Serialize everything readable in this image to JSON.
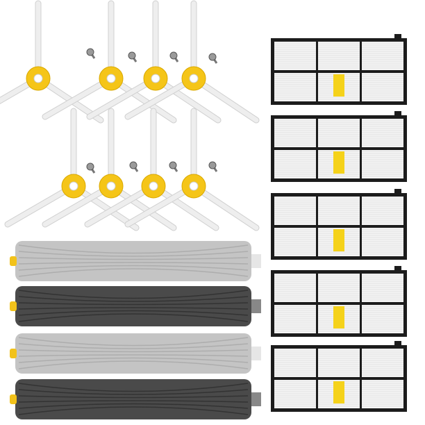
{
  "product_set": {
    "colors": {
      "background": "#ffffff",
      "brush_hub": "#f5c518",
      "brush_arm": "#eeeeee",
      "roller_light": "#c4c4c4",
      "roller_dark": "#4a4a4a",
      "roller_cap": "#f2c21a",
      "filter_frame": "#1c1c1c",
      "filter_media": "#f4f4f4",
      "filter_tab": "#f5d21a",
      "screw": "#9a9a9a"
    },
    "side_brushes": [
      {
        "hub": [
          55,
          113
        ],
        "screw": [
          130,
          75
        ]
      },
      {
        "hub": [
          160,
          113
        ],
        "screw": [
          190,
          80
        ]
      },
      {
        "hub": [
          224,
          113
        ],
        "screw": [
          250,
          80
        ]
      },
      {
        "hub": [
          279,
          113
        ],
        "screw": [
          306,
          82
        ]
      },
      {
        "hub": [
          106,
          268
        ],
        "screw": [
          130,
          240
        ]
      },
      {
        "hub": [
          160,
          268
        ],
        "screw": [
          192,
          238
        ]
      },
      {
        "hub": [
          221,
          268
        ],
        "screw": [
          249,
          238
        ]
      },
      {
        "hub": [
          279,
          268
        ],
        "screw": [
          306,
          238
        ]
      }
    ],
    "rollers": [
      "light",
      "dark",
      "light",
      "dark"
    ],
    "filters": 5
  }
}
